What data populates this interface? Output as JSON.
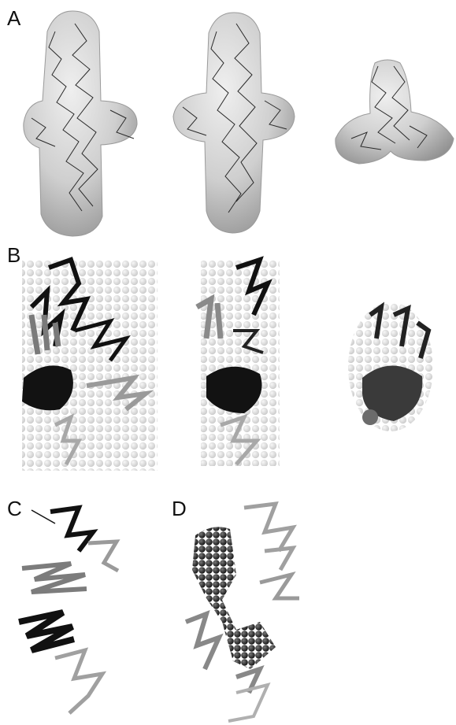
{
  "figure": {
    "panels": [
      {
        "id": "A",
        "label": "A"
      },
      {
        "id": "B",
        "label": "B"
      },
      {
        "id": "C",
        "label": "C"
      },
      {
        "id": "D",
        "label": "D"
      }
    ]
  },
  "colors": {
    "background": "#ffffff",
    "envelope_light": "#e6e6e6",
    "envelope_mid": "#b5b5b5",
    "envelope_dark": "#8c8c8c",
    "ribbon_dark": "#111111",
    "ribbon_mid": "#6e6e6e",
    "ribbon_light": "#b8b8b8",
    "bead": "#d6d6d6"
  }
}
